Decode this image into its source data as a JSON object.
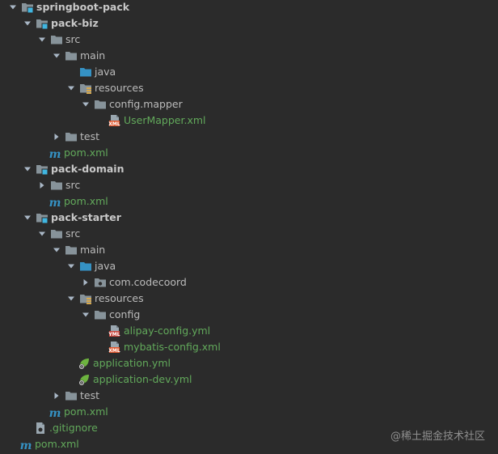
{
  "tree": [
    {
      "label": "springboot-pack",
      "depth": 0,
      "expand": "open",
      "icon": "module-folder-icon",
      "style": "bold"
    },
    {
      "label": "pack-biz",
      "depth": 1,
      "expand": "open",
      "icon": "module-folder-icon",
      "style": "bold"
    },
    {
      "label": "src",
      "depth": 2,
      "expand": "open",
      "icon": "folder-icon",
      "style": "normal"
    },
    {
      "label": "main",
      "depth": 3,
      "expand": "open",
      "icon": "folder-icon",
      "style": "normal"
    },
    {
      "label": "java",
      "depth": 4,
      "expand": "none",
      "icon": "source-folder-icon",
      "style": "normal"
    },
    {
      "label": "resources",
      "depth": 4,
      "expand": "open",
      "icon": "resources-folder-icon",
      "style": "normal"
    },
    {
      "label": "config.mapper",
      "depth": 5,
      "expand": "open",
      "icon": "folder-icon",
      "style": "normal"
    },
    {
      "label": "UserMapper.xml",
      "depth": 6,
      "expand": "none",
      "icon": "xml-file-icon",
      "style": "green"
    },
    {
      "label": "test",
      "depth": 3,
      "expand": "closed",
      "icon": "folder-icon",
      "style": "normal"
    },
    {
      "label": "pom.xml",
      "depth": 3,
      "expand": "none",
      "icon": "maven-icon",
      "style": "green",
      "offset": -20
    },
    {
      "label": "pack-domain",
      "depth": 1,
      "expand": "open",
      "icon": "module-folder-icon",
      "style": "bold"
    },
    {
      "label": "src",
      "depth": 2,
      "expand": "closed",
      "icon": "folder-icon",
      "style": "normal"
    },
    {
      "label": "pom.xml",
      "depth": 3,
      "expand": "none",
      "icon": "maven-icon",
      "style": "green",
      "offset": -20
    },
    {
      "label": "pack-starter",
      "depth": 1,
      "expand": "open",
      "icon": "module-folder-icon",
      "style": "bold"
    },
    {
      "label": "src",
      "depth": 2,
      "expand": "open",
      "icon": "folder-icon",
      "style": "normal"
    },
    {
      "label": "main",
      "depth": 3,
      "expand": "open",
      "icon": "folder-icon",
      "style": "normal"
    },
    {
      "label": "java",
      "depth": 4,
      "expand": "open",
      "icon": "source-folder-icon",
      "style": "normal"
    },
    {
      "label": "com.codecoord",
      "depth": 5,
      "expand": "closed",
      "icon": "package-icon",
      "style": "normal"
    },
    {
      "label": "resources",
      "depth": 4,
      "expand": "open",
      "icon": "resources-folder-icon",
      "style": "normal"
    },
    {
      "label": "config",
      "depth": 5,
      "expand": "open",
      "icon": "folder-icon",
      "style": "normal"
    },
    {
      "label": "alipay-config.yml",
      "depth": 6,
      "expand": "none",
      "icon": "yml-file-icon",
      "style": "green"
    },
    {
      "label": "mybatis-config.xml",
      "depth": 6,
      "expand": "none",
      "icon": "xml-file-icon",
      "style": "green"
    },
    {
      "label": "application.yml",
      "depth": 5,
      "expand": "none",
      "icon": "spring-config-icon",
      "style": "green",
      "offset": -20
    },
    {
      "label": "application-dev.yml",
      "depth": 5,
      "expand": "none",
      "icon": "spring-config-icon",
      "style": "green",
      "offset": -20
    },
    {
      "label": "test",
      "depth": 3,
      "expand": "closed",
      "icon": "folder-icon",
      "style": "normal"
    },
    {
      "label": "pom.xml",
      "depth": 3,
      "expand": "none",
      "icon": "maven-icon",
      "style": "green",
      "offset": -20
    },
    {
      "label": ".gitignore",
      "depth": 2,
      "expand": "none",
      "icon": "gitignore-icon",
      "style": "green",
      "offset": -20
    },
    {
      "label": "pom.xml",
      "depth": 2,
      "expand": "none",
      "icon": "maven-icon",
      "style": "green",
      "offset": -38
    }
  ],
  "watermark": "@稀土掘金技术社区",
  "colors": {
    "background": "#2b2b2b",
    "text": "#bbbbbb",
    "vcs_added": "#62a95b",
    "folder": "#87939a",
    "source_folder": "#3592c4",
    "module_badge": "#40b6e0",
    "maven": "#3592c4",
    "xml_badge": "#e0572e",
    "yml_badge": "#c8463d",
    "spring": "#6db33f"
  }
}
